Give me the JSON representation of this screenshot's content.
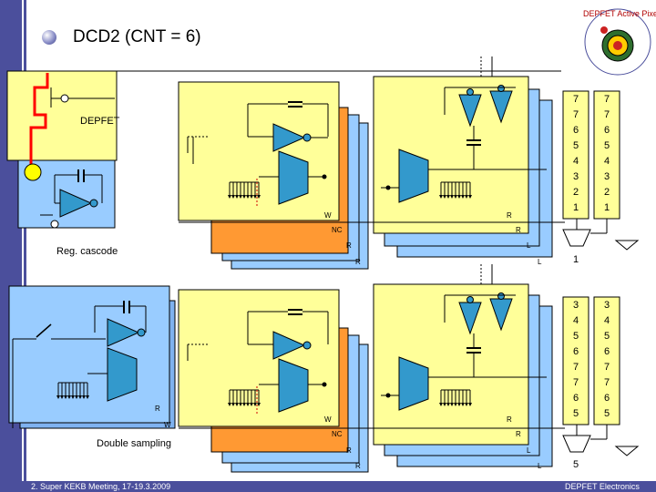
{
  "slide": {
    "title": "DCD2 (CNT = 6)",
    "footer_left": "2. Super KEKB Meeting, 17-19.3.2009",
    "footer_right": "DEPFET Electronics"
  },
  "logo": {
    "text": "DEPFET Active Pixel Detector"
  },
  "labels": {
    "depfet": "DEPFET",
    "reg_cascode": "Reg. cascode",
    "double_sampling": "Double sampling"
  },
  "top_circuit": {
    "w": "W",
    "r_left": "R",
    "nc": "NC",
    "r_right": "R",
    "r_mid": "R",
    "l": "L",
    "r_low": "R"
  },
  "bottom_circuit": {
    "w": "W",
    "r_left": "R",
    "nc": "NC",
    "r_right": "R",
    "r_mid": "R",
    "l": "L",
    "r_low": "R"
  },
  "double_sampling_circuit": {
    "r": "R",
    "w": "W"
  },
  "top_columns": {
    "left": [
      "7",
      "7",
      "6",
      "5",
      "4",
      "3",
      "2",
      "1"
    ],
    "right": [
      "7",
      "7",
      "6",
      "5",
      "4",
      "3",
      "2",
      "1"
    ],
    "mux_out": "1"
  },
  "bottom_columns": {
    "left": [
      "3",
      "4",
      "5",
      "6",
      "7",
      "7",
      "6",
      "5"
    ],
    "right": [
      "3",
      "4",
      "5",
      "6",
      "7",
      "7",
      "6",
      "5"
    ],
    "mux_out": "5"
  },
  "colors": {
    "sidebar": "#4b4f9c",
    "yellow_panel": "#ffff99",
    "blue_panel": "#99ccff",
    "blue_panel_dark": "#7fb2f0",
    "orange_bar": "#ff9933",
    "red_wire": "#ff0000",
    "depfet_node": "#ffff00",
    "amp_fill": "#3399cc"
  }
}
